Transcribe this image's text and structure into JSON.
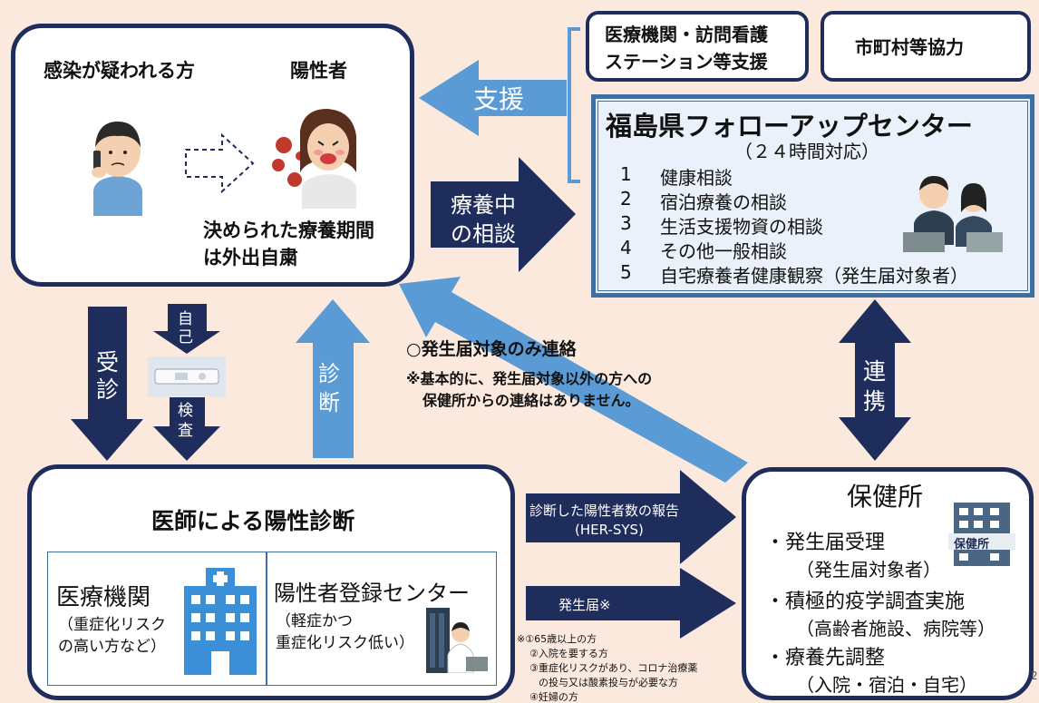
{
  "top_left": {
    "suspected_label": "感染が疑われる方",
    "positive_label": "陽性者",
    "quarantine_line1": "決められた療養期間",
    "quarantine_line2": "は外出自粛"
  },
  "support_boxes": {
    "medical_support_line1": "医療機関・訪問看護",
    "medical_support_line2": "ステーション等支援",
    "municipal": "市町村等協力"
  },
  "followup_center": {
    "title": "福島県フォローアップセンター",
    "hours": "（２４時間対応）",
    "items": [
      {
        "num": "1",
        "text": "健康相談"
      },
      {
        "num": "2",
        "text": "宿泊療養の相談"
      },
      {
        "num": "3",
        "text": "生活支援物資の相談"
      },
      {
        "num": "4",
        "text": "その他一般相談"
      },
      {
        "num": "5",
        "text": "自宅療養者健康観察（発生届対象者）"
      }
    ]
  },
  "arrows": {
    "support": "支援",
    "consult_line1": "療養中",
    "consult_line2": "の相談",
    "visit_1": "受",
    "visit_2": "診",
    "self_1": "自",
    "self_2": "己",
    "test_1": "検",
    "test_2": "査",
    "diag_1": "診",
    "diag_2": "断",
    "link_1": "連",
    "link_2": "携",
    "report_line1": "診断した陽性者数の報告",
    "report_line2": "(HER-SYS)",
    "notification": "発生届※"
  },
  "notice": {
    "line1": "○発生届対象のみ連絡",
    "line2": "※基本的に、発生届対象以外の方への",
    "line3": "保健所からの連絡はありません。"
  },
  "doctor_box": {
    "title": "医師による陽性診断",
    "left_title": "医療機関",
    "left_sub1": "（重症化リスク",
    "left_sub2": "の高い方など）",
    "right_title": "陽性者登録センター",
    "right_sub1": "（軽症かつ",
    "right_sub2": "重症化リスク低い）"
  },
  "health_center": {
    "title": "保健所",
    "building_sign": "保健所",
    "items": [
      {
        "text": "・発生届受理",
        "sub": "（発生届対象者）"
      },
      {
        "text": "・積極的疫学調査実施",
        "sub": "（高齢者施設、病院等）"
      },
      {
        "text": "・療養先調整",
        "sub": "（入院・宿泊・自宅）"
      }
    ]
  },
  "footnotes": [
    "※①65歳以上の方",
    "②入院を要する方",
    "③重症化リスクがあり、コロナ治療薬",
    "の投与又は酸素投与が必要な方",
    "④妊婦の方"
  ],
  "page_number": "2",
  "colors": {
    "navy": "#1f2d5c",
    "light_blue": "#5b9bd5",
    "background": "#fbe9dd",
    "panel_border": "#1f2d5c"
  }
}
